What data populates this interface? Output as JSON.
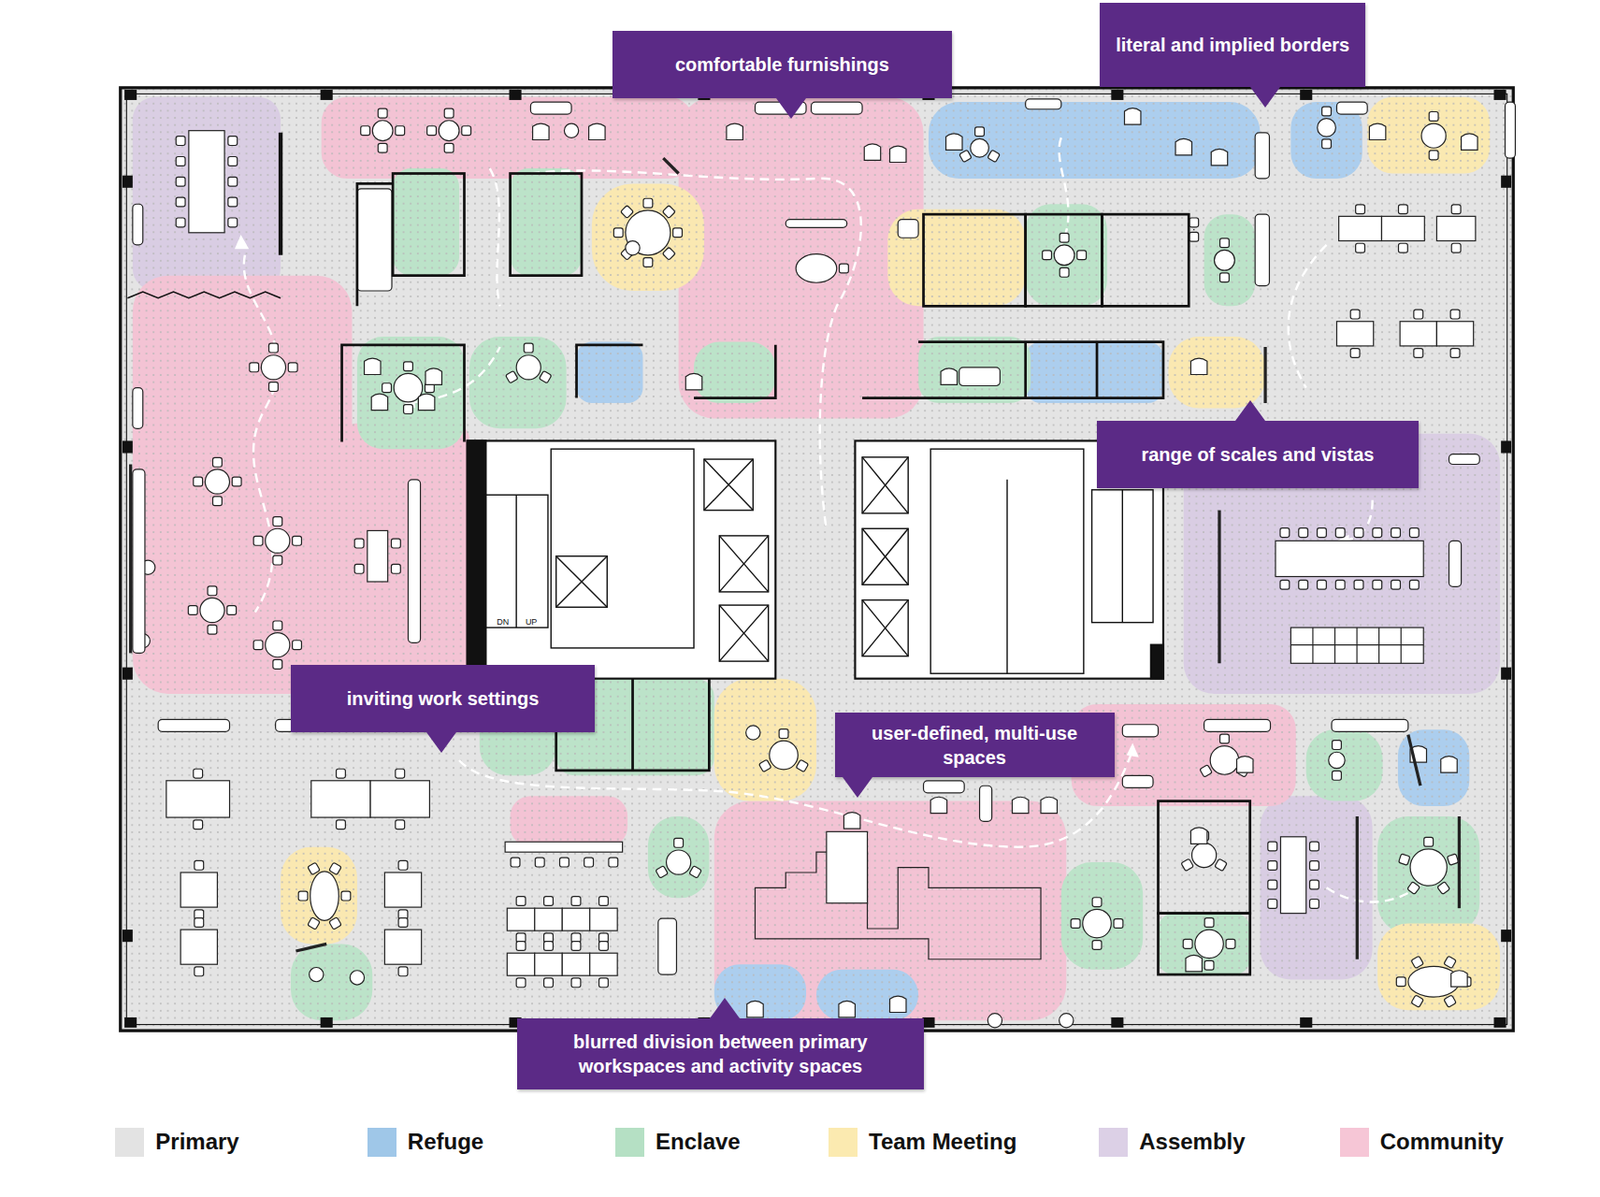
{
  "diagram": {
    "nodes": [
      {
        "text": [
          "comfortable furnishings"
        ]
      },
      {
        "text": [
          "literal and implied borders"
        ]
      },
      {
        "text": [
          "range of scales and vistas"
        ]
      },
      {
        "text": [
          "inviting work settings"
        ]
      },
      {
        "text": [
          "user-defined, multi-use spaces"
        ]
      },
      {
        "text": [
          "blurred division between primary workspaces and activity spaces"
        ]
      }
    ],
    "labels": [
      "DN",
      "UP"
    ],
    "legend": [
      {
        "text": "Primary",
        "color": "#e3e3e3"
      },
      {
        "text": "Refuge",
        "color": "#9fc7e8"
      },
      {
        "text": "Enclave",
        "color": "#b5e0c4"
      },
      {
        "text": "Team Meeting",
        "color": "#fbeab0"
      },
      {
        "text": "Assembly",
        "color": "#dcd0e6"
      },
      {
        "text": "Community",
        "color": "#f6c6d6"
      }
    ]
  }
}
